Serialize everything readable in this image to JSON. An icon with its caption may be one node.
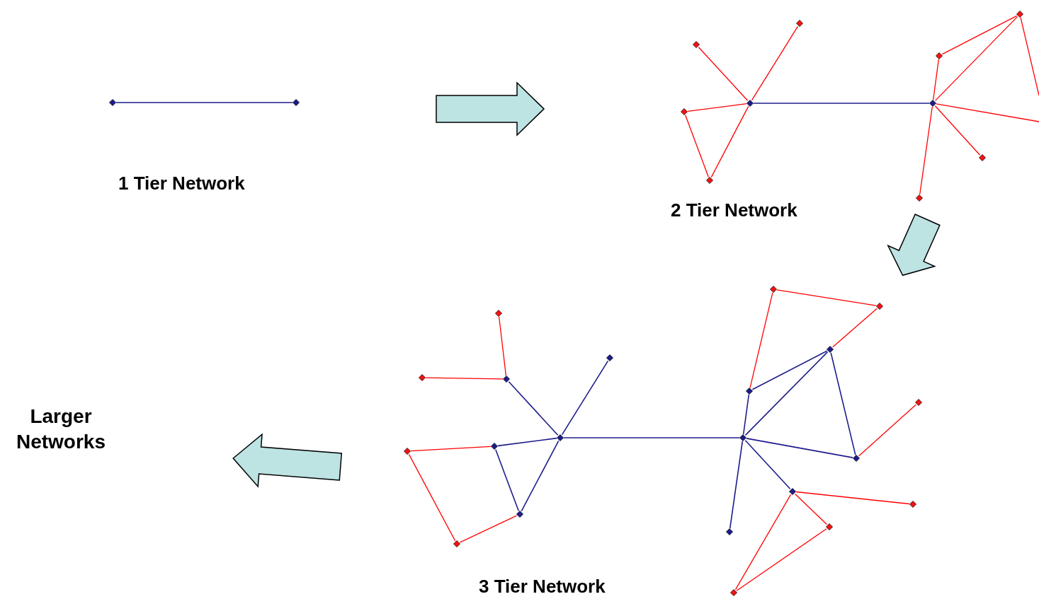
{
  "diagram": {
    "nodes": [
      {
        "text": [],
        "shape": "diamond"
      },
      {
        "text": [],
        "shape": "diamond"
      },
      {
        "text": [],
        "shape": "diamond"
      },
      {
        "text": [],
        "shape": "diamond"
      },
      {
        "text": [],
        "shape": "diamond"
      },
      {
        "text": [],
        "shape": "diamond"
      },
      {
        "text": [],
        "shape": "diamond"
      },
      {
        "text": [],
        "shape": "diamond"
      },
      {
        "text": [],
        "shape": "diamond"
      },
      {
        "text": [],
        "shape": "diamond"
      },
      {
        "text": [],
        "shape": "diamond"
      },
      {
        "text": [],
        "shape": "diamond"
      },
      {
        "text": [],
        "shape": "diamond"
      },
      {
        "text": [],
        "shape": "diamond"
      },
      {
        "text": [],
        "shape": "diamond"
      },
      {
        "text": [],
        "shape": "diamond"
      },
      {
        "text": [],
        "shape": "diamond"
      },
      {
        "text": [],
        "shape": "diamond"
      },
      {
        "text": [],
        "shape": "diamond"
      },
      {
        "text": [],
        "shape": "diamond"
      },
      {
        "text": [],
        "shape": "diamond"
      },
      {
        "text": [],
        "shape": "diamond"
      },
      {
        "text": [],
        "shape": "diamond"
      },
      {
        "text": [],
        "shape": "diamond"
      },
      {
        "text": [],
        "shape": "diamond"
      },
      {
        "text": [],
        "shape": "diamond"
      },
      {
        "text": [],
        "shape": "diamond"
      },
      {
        "text": [],
        "shape": "diamond"
      },
      {
        "text": [],
        "shape": "diamond"
      },
      {
        "text": [],
        "shape": "diamond"
      },
      {
        "text": [],
        "shape": "diamond"
      },
      {
        "text": [],
        "shape": "diamond"
      },
      {
        "text": [],
        "shape": "diamond"
      }
    ],
    "edges": [
      {
        "from": 0,
        "to": 1,
        "arrow": "none",
        "color": "#1c1c8c"
      },
      {
        "from": 5,
        "to": 2,
        "arrow": "none"
      },
      {
        "from": 5,
        "to": 3,
        "arrow": "none"
      },
      {
        "from": 5,
        "to": 4,
        "arrow": "none"
      },
      {
        "from": 5,
        "to": 6,
        "arrow": "none"
      },
      {
        "from": 4,
        "to": 6,
        "arrow": "none"
      },
      {
        "from": 5,
        "to": 9,
        "arrow": "none",
        "color": "#1c1c8c"
      },
      {
        "from": 9,
        "to": 8,
        "arrow": "none"
      },
      {
        "from": 8,
        "to": 7,
        "arrow": "none"
      },
      {
        "from": 9,
        "to": 7,
        "arrow": "none"
      },
      {
        "from": 9,
        "to": 10,
        "arrow": "none"
      },
      {
        "from": 9,
        "to": 11,
        "arrow": "none"
      },
      {
        "from": 9,
        "to": null,
        "arrow": "none"
      },
      {
        "from": 7,
        "to": null,
        "arrow": "none"
      },
      {
        "from": 18,
        "to": 14,
        "arrow": "none",
        "color": "#1c1c8c"
      },
      {
        "from": 18,
        "to": 15,
        "arrow": "none",
        "color": "#1c1c8c"
      },
      {
        "from": 18,
        "to": 17,
        "arrow": "none",
        "color": "#1c1c8c"
      },
      {
        "from": 18,
        "to": 19,
        "arrow": "none",
        "color": "#1c1c8c"
      },
      {
        "from": 17,
        "to": 19,
        "arrow": "none",
        "color": "#1c1c8c"
      },
      {
        "from": 14,
        "to": 12,
        "arrow": "none"
      },
      {
        "from": 14,
        "to": 13,
        "arrow": "none"
      },
      {
        "from": 17,
        "to": 16,
        "arrow": "none"
      },
      {
        "from": 16,
        "to": 20,
        "arrow": "none"
      },
      {
        "from": 20,
        "to": 19,
        "arrow": "none"
      },
      {
        "from": 18,
        "to": 26,
        "arrow": "none",
        "color": "#1c1c8c"
      },
      {
        "from": 26,
        "to": 24,
        "arrow": "none",
        "color": "#1c1c8c"
      },
      {
        "from": 26,
        "to": 23,
        "arrow": "none",
        "color": "#1c1c8c"
      },
      {
        "from": 24,
        "to": 23,
        "arrow": "none",
        "color": "#1c1c8c"
      },
      {
        "from": 26,
        "to": 27,
        "arrow": "none",
        "color": "#1c1c8c"
      },
      {
        "from": 23,
        "to": 27,
        "arrow": "none",
        "color": "#1c1c8c"
      },
      {
        "from": 26,
        "to": 28,
        "arrow": "none",
        "color": "#1c1c8c"
      },
      {
        "from": 26,
        "to": 31,
        "arrow": "none",
        "color": "#1c1c8c"
      },
      {
        "from": 24,
        "to": 21,
        "arrow": "none"
      },
      {
        "from": 21,
        "to": 22,
        "arrow": "none"
      },
      {
        "from": 22,
        "to": 23,
        "arrow": "none"
      },
      {
        "from": 27,
        "to": 25,
        "arrow": "none"
      },
      {
        "from": 28,
        "to": 29,
        "arrow": "none"
      },
      {
        "from": 28,
        "to": 30,
        "arrow": "none"
      },
      {
        "from": 30,
        "to": 32,
        "arrow": "none"
      },
      {
        "from": 28,
        "to": 32,
        "arrow": "none"
      }
    ],
    "labels": [
      "1 Tier Network",
      "2 Tier Network",
      "Larger Networks",
      "3 Tier Network"
    ]
  }
}
